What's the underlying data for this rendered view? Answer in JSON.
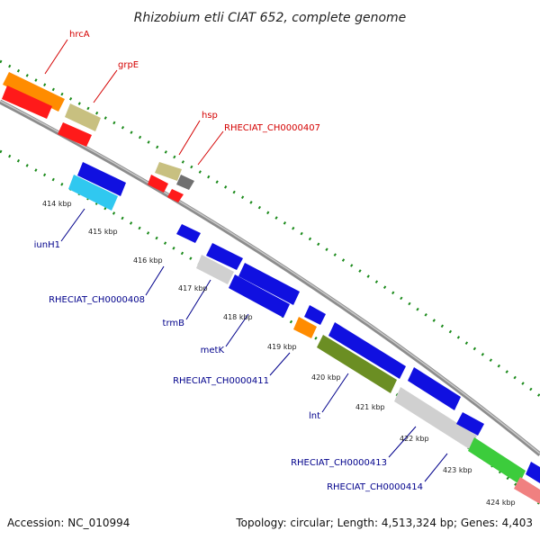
{
  "title": "Rhizobium etli CIAT 652, complete genome",
  "footer": {
    "accession": "Accession: NC_010994",
    "topology": "Topology: circular; Length: 4,513,324 bp; Genes: 4,403"
  },
  "colors": {
    "backbone": "#8c8c8c",
    "tick_marks": "#1a8a1a",
    "forward_labels": "#d40000",
    "reverse_labels": "#00008b",
    "orange": "#ff8c00",
    "red": "#ff1a1a",
    "olive": "#c8c080",
    "gray": "#707070",
    "blue": "#1010e0",
    "cyan": "#30c8f0",
    "silver": "#d0d0d0",
    "dark_olive": "#6b8e23",
    "green": "#3ccc3c",
    "pink": "#f08080"
  },
  "tick_labels": [
    "414 kbp",
    "415 kbp",
    "416 kbp",
    "417 kbp",
    "418 kbp",
    "419 kbp",
    "420 kbp",
    "421 kbp",
    "422 kbp",
    "423 kbp",
    "424 kbp"
  ],
  "forward_gene_labels": [
    "hrcA",
    "grpE",
    "hsp",
    "RHECIAT_CH0000407"
  ],
  "reverse_gene_labels": [
    "iunH1",
    "RHECIAT_CH0000408",
    "trmB",
    "metK",
    "RHECIAT_CH0000411",
    "lnt",
    "RHECIAT_CH0000413",
    "RHECIAT_CH0000414"
  ]
}
